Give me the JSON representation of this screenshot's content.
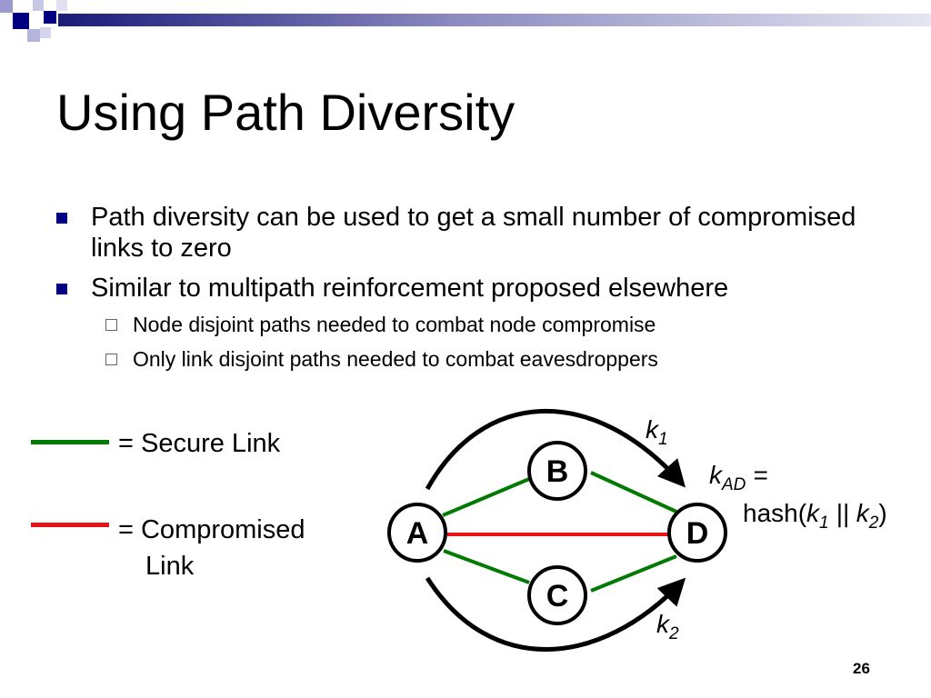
{
  "slide": {
    "title": "Using Path Diversity",
    "page_number": "26"
  },
  "bullets": [
    {
      "text": "Path diversity can be used to get a small number of compromised links to zero",
      "sub": []
    },
    {
      "text": "Similar to multipath reinforcement proposed elsewhere",
      "sub": [
        "Node disjoint paths needed to combat node compromise",
        "Only link disjoint paths needed to combat eavesdroppers"
      ]
    }
  ],
  "legend": {
    "secure": {
      "label": "= Secure Link",
      "color": "#007a00"
    },
    "compromised": {
      "label_line1": "= Compromised",
      "label_line2": "Link",
      "color": "#e61414"
    }
  },
  "diagram": {
    "nodes": {
      "A": "A",
      "B": "B",
      "C": "C",
      "D": "D"
    },
    "edges": [
      {
        "from": "A",
        "to": "B",
        "status": "secure"
      },
      {
        "from": "B",
        "to": "D",
        "status": "secure"
      },
      {
        "from": "A",
        "to": "C",
        "status": "secure"
      },
      {
        "from": "C",
        "to": "D",
        "status": "secure"
      },
      {
        "from": "A",
        "to": "D",
        "status": "compromised"
      }
    ],
    "k1": {
      "base": "k",
      "sub": "1"
    },
    "k2": {
      "base": "k",
      "sub": "2"
    },
    "kad": {
      "base": "k",
      "sub": "AD",
      "eq": " =",
      "hash_prefix": "hash(",
      "k1_base": "k",
      "k1_sub": "1",
      "sep": " || ",
      "k2_base": "k",
      "k2_sub": "2",
      "hash_suffix": ")"
    }
  },
  "colors": {
    "accent_navy": "#000080",
    "secure": "#007a00",
    "compromised": "#e61414"
  }
}
